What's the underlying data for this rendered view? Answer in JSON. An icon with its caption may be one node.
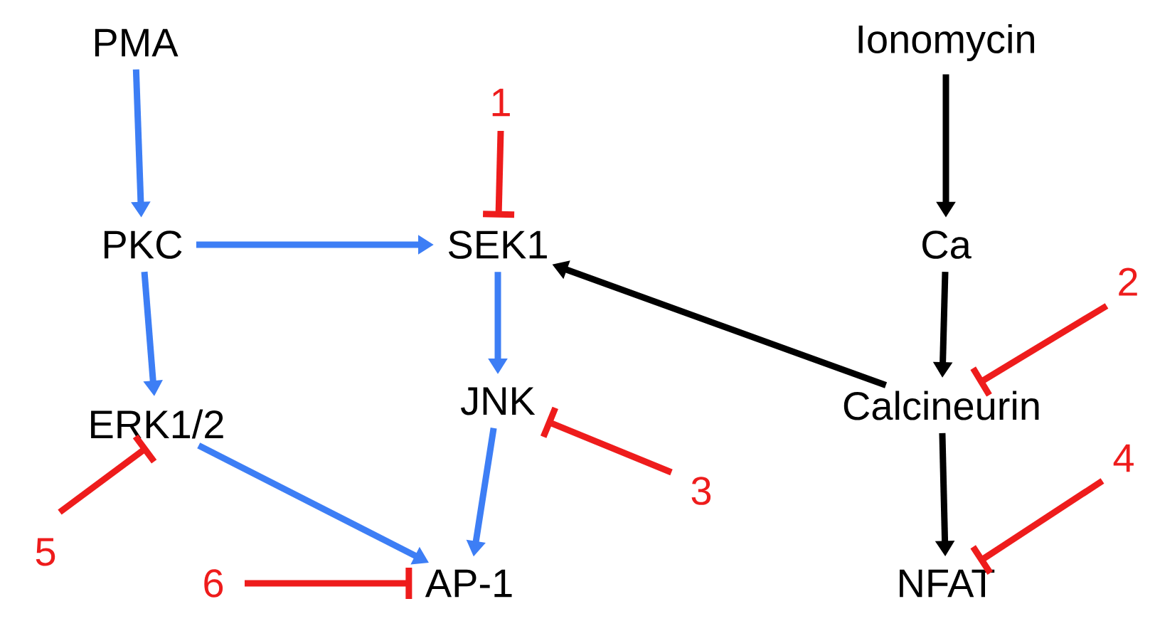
{
  "diagram": {
    "nodes": [
      {
        "text": [
          "PMA"
        ]
      },
      {
        "text": [
          "PKC"
        ]
      },
      {
        "text": [
          "SEK1"
        ]
      },
      {
        "text": [
          "ERK1/2"
        ]
      },
      {
        "text": [
          "JNK"
        ]
      },
      {
        "text": [
          "AP-1"
        ]
      },
      {
        "text": [
          "Ionomycin"
        ]
      },
      {
        "text": [
          "Ca"
        ]
      },
      {
        "text": [
          "Calcineurin"
        ]
      },
      {
        "text": [
          "NFAT"
        ]
      },
      {
        "text": [
          "1"
        ]
      },
      {
        "text": [
          "2"
        ]
      },
      {
        "text": [
          "3"
        ]
      },
      {
        "text": [
          "4"
        ]
      },
      {
        "text": [
          "5"
        ]
      },
      {
        "text": [
          "6"
        ]
      }
    ],
    "edges": [
      {
        "from": 0,
        "to": 1,
        "arrow": "to",
        "color": "#3d7ef5"
      },
      {
        "from": 1,
        "to": 2,
        "arrow": "to",
        "color": "#3d7ef5"
      },
      {
        "from": 1,
        "to": 3,
        "arrow": "to",
        "color": "#3d7ef5"
      },
      {
        "from": 2,
        "to": 4,
        "arrow": "to",
        "color": "#3d7ef5"
      },
      {
        "from": 4,
        "to": 5,
        "arrow": "to",
        "color": "#3d7ef5"
      },
      {
        "from": 3,
        "to": 5,
        "arrow": "to",
        "color": "#3d7ef5"
      },
      {
        "from": 6,
        "to": 7,
        "arrow": "to",
        "color": "#000000"
      },
      {
        "from": 7,
        "to": 8,
        "arrow": "to",
        "color": "#000000"
      },
      {
        "from": 8,
        "to": 2,
        "arrow": "to",
        "color": "#000000"
      },
      {
        "from": 8,
        "to": 9,
        "arrow": "to",
        "color": "#000000"
      },
      {
        "from": 10,
        "to": 2,
        "arrow": "other",
        "color": "#ee1c1c"
      },
      {
        "from": 11,
        "to": 8,
        "arrow": "other",
        "color": "#ee1c1c"
      },
      {
        "from": 12,
        "to": 4,
        "arrow": "other",
        "color": "#ee1c1c"
      },
      {
        "from": 13,
        "to": 9,
        "arrow": "other",
        "color": "#ee1c1c"
      },
      {
        "from": 14,
        "to": 3,
        "arrow": "other",
        "color": "#ee1c1c"
      },
      {
        "from": 15,
        "to": 5,
        "arrow": "other",
        "color": "#ee1c1c"
      }
    ]
  }
}
